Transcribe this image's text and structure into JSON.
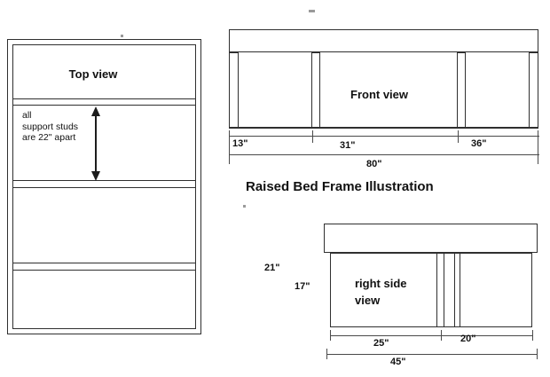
{
  "title": "Raised Bed Frame Illustration",
  "top_view": {
    "label": "Top view",
    "note_line1": "all",
    "note_line2": "support studs",
    "note_line3": "are 22\" apart"
  },
  "front_view": {
    "label": "Front view",
    "dim_13": "13\"",
    "dim_31": "31\"",
    "dim_36": "36\"",
    "dim_80": "80\""
  },
  "side_view": {
    "label_line1": "right side",
    "label_line2": "view",
    "dim_21": "21\"",
    "dim_17": "17\"",
    "dim_25": "25\"",
    "dim_20": "20\"",
    "dim_45": "45\""
  }
}
